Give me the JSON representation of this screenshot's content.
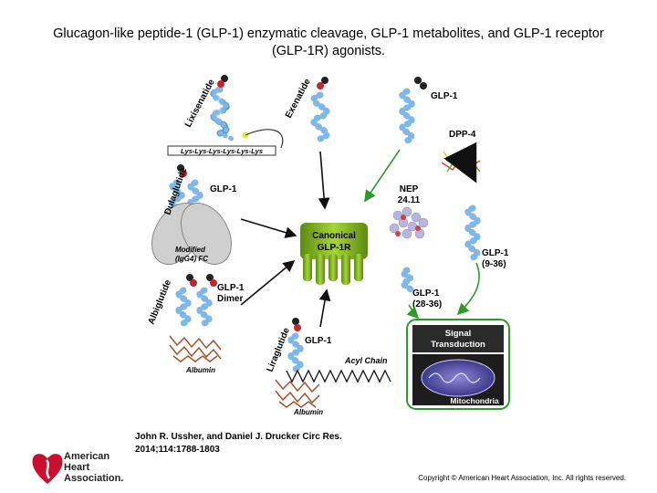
{
  "title_line1": "Glucagon-like peptide-1 (GLP-1) enzymatic cleavage, GLP-1 metabolites, and GLP-1 receptor",
  "title_line2": "(GLP-1R) agonists.",
  "figure": {
    "lixisenatide": "Lixisenatide",
    "exenatide": "Exenatide",
    "lys_chain": "Lys-Lys-Lys-Lys-Lys-Lys",
    "dulaglutide": "Dulaglutide",
    "glp1": "GLP-1",
    "modified_fc_1": "Modified",
    "modified_fc_2": "(IgG4) FC",
    "receptor_1": "Canonical",
    "receptor_2": "GLP-1R",
    "albiglutide": "Albiglutide",
    "dimer_1": "GLP-1",
    "dimer_2": "Dimer",
    "albumin": "Albumin",
    "liraglutide": "Liraglutide",
    "acyl_chain": "Acyl Chain",
    "dpp4": "DPP-4",
    "nep_1": "NEP",
    "nep_2": "24.11",
    "glp1_936_1": "GLP-1",
    "glp1_936_2": "(9-36)",
    "glp1_2836_1": "GLP-1",
    "glp1_2836_2": "(28-36)",
    "signal_1": "Signal",
    "signal_2": "Transduction",
    "mitochondria": "Mitochondria"
  },
  "citation_line1": "John R. Ussher, and Daniel J. Drucker Circ Res.",
  "citation_line2": "2014;114:1788-1803",
  "copyright": "Copyright © American Heart Association, Inc. All rights reserved.",
  "logo": {
    "line1": "American",
    "line2": "Heart",
    "line3": "Association."
  },
  "colors": {
    "helix": "#7fb8e6",
    "receptor": "#7aa81a",
    "arrow_green": "#2e9a2e",
    "heart_red": "#c8102e"
  }
}
